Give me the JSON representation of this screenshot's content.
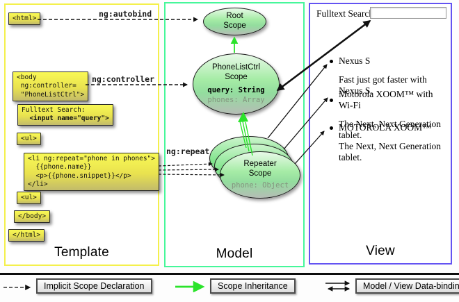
{
  "colors": {
    "template_border": "#f4f04c",
    "model_border": "#46f79a",
    "view_border": "#6353f2",
    "inheritance_green": "#2be32b",
    "arrow_black": "#111111",
    "code_box_yellow": "#f9f955"
  },
  "panels": {
    "template": {
      "label": "Template",
      "boxes": [
        {
          "code": "<html>"
        },
        {
          "code": "<body\n ng:controller=\n \"PhoneListCtrl\">"
        },
        {
          "line1": "Fulltext Search:",
          "line2": "  <input name=\"query\">"
        },
        {
          "code": "<ul>"
        },
        {
          "code": "<li ng:repeat=\"phone in phones\">\n  {{phone.name}}\n  <p>{{phone.snippet}}</p>\n</li>"
        },
        {
          "code": "<ul>"
        },
        {
          "code": "</body>"
        },
        {
          "code": "</html>"
        }
      ],
      "arrow_labels": {
        "autobind": "ng:autobind",
        "controller": "ng:controller",
        "repeat": "ng:repeat"
      }
    },
    "model": {
      "label": "Model",
      "scopes": {
        "root": {
          "name": "Root\nScope"
        },
        "phone_list_ctrl": {
          "name": "PhoneListCtrl\nScope",
          "prop_query": "query: String",
          "prop_phones": "phones: Array"
        },
        "repeater": {
          "name": "Repeater\nScope",
          "prop_phone": "phone: Object"
        }
      }
    },
    "view": {
      "label": "View",
      "search_label": "Fulltext Search:",
      "search_value": "",
      "items": [
        {
          "title": "Nexus S",
          "desc": "Fast just got faster with Nexus S."
        },
        {
          "title": "Motorola XOOM™ with Wi-Fi",
          "desc": "The Next, Next Generation tablet."
        },
        {
          "title": "MOTOROLA XOOM™",
          "desc": "The Next, Next Generation tablet."
        }
      ]
    }
  },
  "legend": {
    "implicit": "Implicit Scope Declaration",
    "inheritance": "Scope Inheritance",
    "binding": "Model / View Data-binding"
  }
}
